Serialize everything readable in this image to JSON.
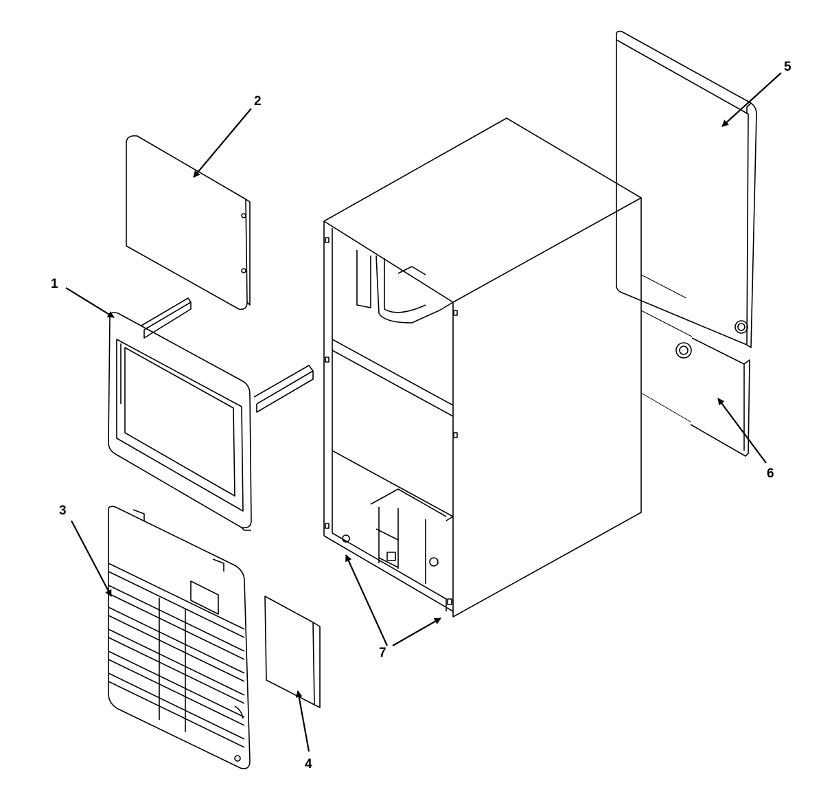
{
  "callouts": {
    "c1": "1",
    "c2": "2",
    "c3": "3",
    "c4": "4",
    "c5": "5",
    "c6": "6",
    "c7": "7"
  },
  "colors": {
    "line": "#000000",
    "background": "#ffffff",
    "grille_slot": "#e6e6e6"
  }
}
